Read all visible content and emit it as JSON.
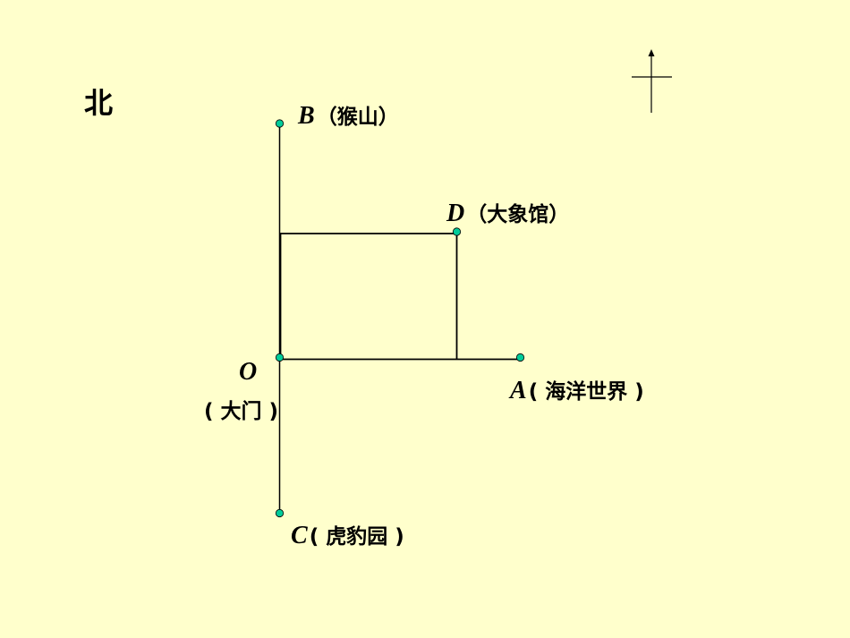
{
  "north_label": "北",
  "points": {
    "B": {
      "letter": "B",
      "name": "（猴山）"
    },
    "D": {
      "letter": "D",
      "name": "（大象馆）"
    },
    "O": {
      "letter": "O",
      "name": "( 大门 )"
    },
    "A": {
      "letter": "A",
      "name": "( 海洋世界 )"
    },
    "C": {
      "letter": "C",
      "name": "( 虎豹园 )"
    }
  },
  "colors": {
    "background": "#FFFFCC",
    "line": "#000000",
    "point_fill": "#00CC99"
  }
}
